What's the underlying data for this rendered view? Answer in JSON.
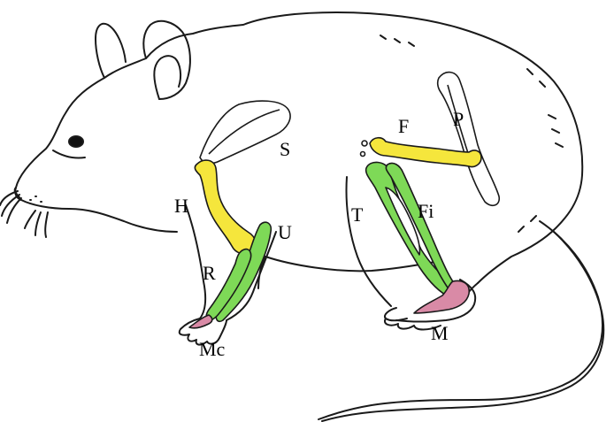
{
  "diagram": {
    "labels": {
      "scapula": "S",
      "humerus": "H",
      "ulna": "U",
      "radius": "R",
      "metacarpals": "Mc",
      "femur": "F",
      "pelvis": "P",
      "tibia": "T",
      "fibula": "Fi",
      "metatarsals": "M"
    },
    "colors": {
      "outline": "#1a1a1a",
      "yellow_bone": "#f5e63c",
      "green_bone": "#7ed957",
      "pink_bone": "#d98aa6",
      "white_bone": "#ffffff"
    }
  }
}
